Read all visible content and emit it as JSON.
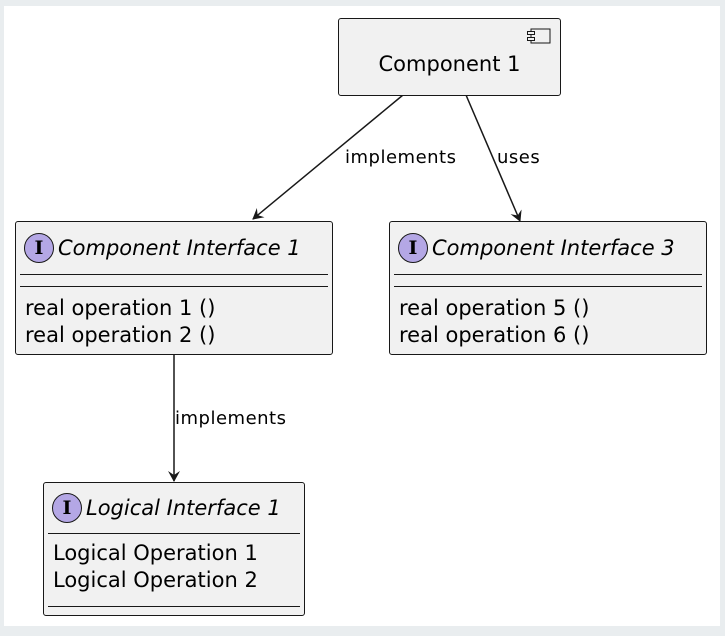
{
  "component": {
    "name": "Component 1",
    "icon": "component-icon"
  },
  "interfaces": [
    {
      "id": "ci1",
      "name": "Component Interface 1",
      "badge": "I",
      "operations": [
        "real operation 1 ()",
        "real operation 2 ()"
      ]
    },
    {
      "id": "ci3",
      "name": "Component Interface 3",
      "badge": "I",
      "operations": [
        "real operation 5 ()",
        "real operation 6 ()"
      ]
    },
    {
      "id": "li1",
      "name": "Logical Interface 1",
      "badge": "I",
      "operations": [
        "Logical Operation 1",
        "Logical Operation 2"
      ]
    }
  ],
  "edges": [
    {
      "from": "Component 1",
      "to": "Component Interface 1",
      "label": "implements"
    },
    {
      "from": "Component 1",
      "to": "Component Interface 3",
      "label": "uses"
    },
    {
      "from": "Component Interface 1",
      "to": "Logical Interface 1",
      "label": "implements"
    }
  ],
  "colors": {
    "node_fill": "#f1f1f1",
    "border": "#181818",
    "badge": "#b4a7e5",
    "background": "#e9edef"
  }
}
